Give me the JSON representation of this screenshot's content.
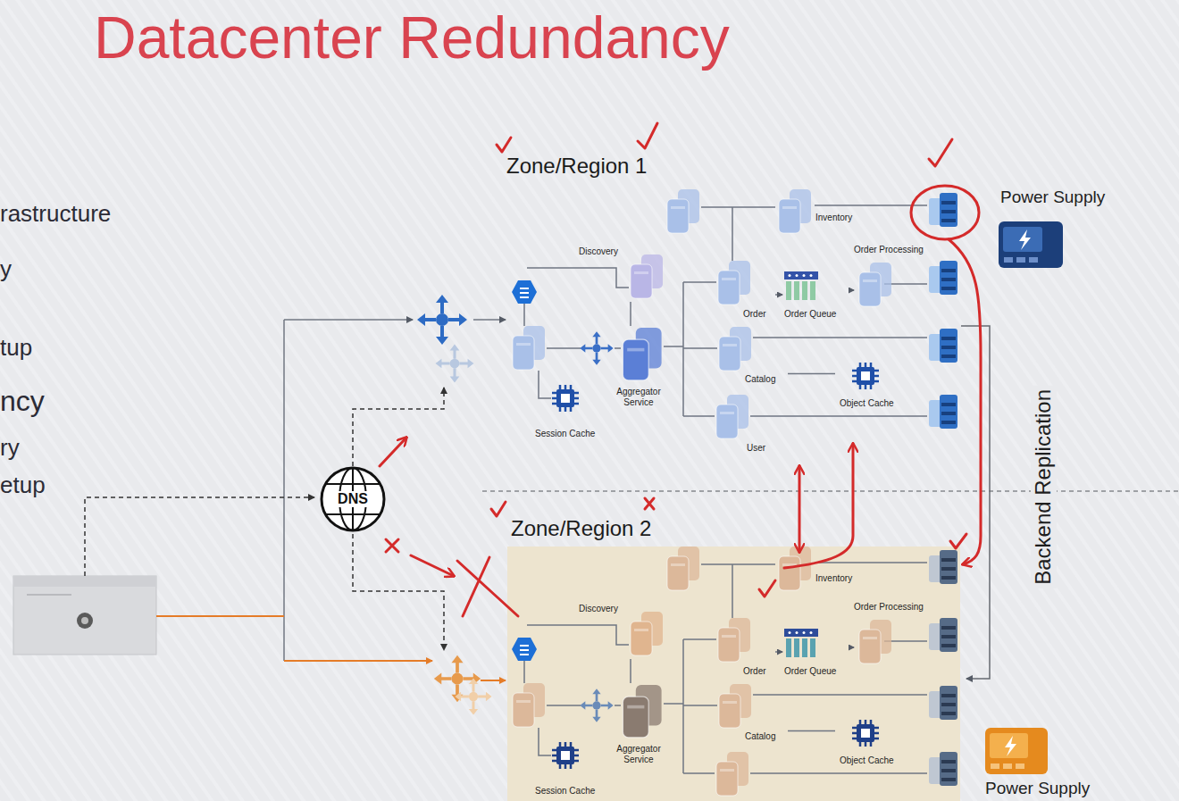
{
  "diagram": {
    "title": "Datacenter Redundancy",
    "nodes": [
      {
        "text": [
          "Zone/Region 1"
        ]
      },
      {
        "text": [
          "Discovery"
        ],
        "in": 0
      },
      {
        "text": [
          "Inventory"
        ],
        "in": 0
      },
      {
        "text": [
          "Order Processing"
        ],
        "in": 0
      },
      {
        "text": [
          "Order"
        ],
        "in": 0
      },
      {
        "text": [
          "Order Queue"
        ],
        "in": 0
      },
      {
        "text": [
          "Catalog"
        ],
        "in": 0
      },
      {
        "text": [
          "Object Cache"
        ],
        "in": 0
      },
      {
        "text": [
          "User"
        ],
        "in": 0
      },
      {
        "text": [
          "Session Cache"
        ],
        "in": 0
      },
      {
        "text": [
          "Aggregator Service"
        ],
        "in": 0
      },
      {
        "text": [
          "Power Supply"
        ]
      },
      {
        "text": [
          "DNS"
        ]
      },
      {
        "text": [
          "Zone/Region 2"
        ]
      },
      {
        "text": [
          "Discovery"
        ],
        "in": 13
      },
      {
        "text": [
          "Inventory"
        ],
        "in": 13
      },
      {
        "text": [
          "Order Processing"
        ],
        "in": 13
      },
      {
        "text": [
          "Order"
        ],
        "in": 13
      },
      {
        "text": [
          "Order Queue"
        ],
        "in": 13
      },
      {
        "text": [
          "Catalog"
        ],
        "in": 13
      },
      {
        "text": [
          "Object Cache"
        ],
        "in": 13
      },
      {
        "text": [
          "Session Cache"
        ],
        "in": 13
      },
      {
        "text": [
          "Aggregator Service"
        ],
        "in": 13
      },
      {
        "text": [
          "Power Supply"
        ]
      }
    ],
    "edges": [
      {
        "from": 4,
        "to": 5,
        "arrow": "to"
      },
      {
        "from": 5,
        "to": 3,
        "arrow": "to"
      },
      {
        "from": 6,
        "to": 7,
        "arrow": "none"
      },
      {
        "from": 1,
        "to": 10,
        "arrow": "none"
      },
      {
        "from": 17,
        "to": 18,
        "arrow": "to"
      },
      {
        "from": 18,
        "to": 16,
        "arrow": "to"
      },
      {
        "from": 19,
        "to": 20,
        "arrow": "none"
      },
      {
        "from": 14,
        "to": 22,
        "arrow": "none"
      }
    ],
    "labels": [
      "rastructure",
      "y",
      "tup",
      "ncy",
      "ry",
      "etup",
      "Backend Replication"
    ]
  }
}
